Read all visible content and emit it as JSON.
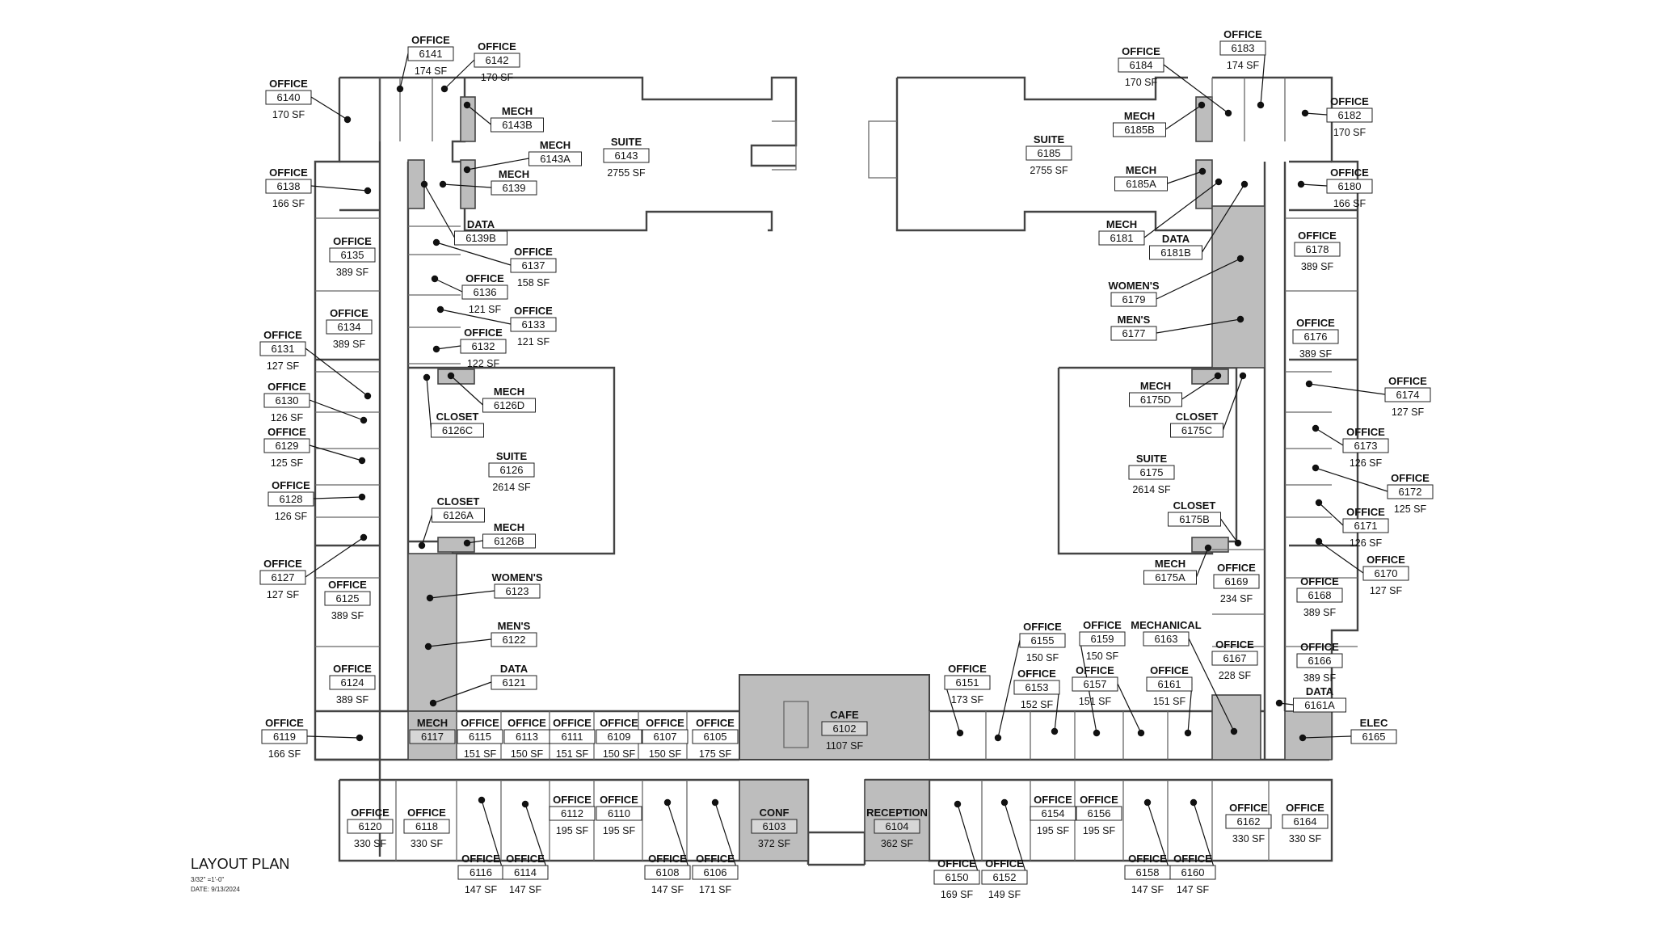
{
  "plan": {
    "title": "LAYOUT PLAN",
    "scale": "3/32\" =1'-0\"",
    "date": "DATE: 9/13/2024"
  },
  "rooms": [
    {
      "id": "6140",
      "name": "OFFICE",
      "area": "170 SF"
    },
    {
      "id": "6141",
      "name": "OFFICE",
      "area": "174 SF"
    },
    {
      "id": "6142",
      "name": "OFFICE",
      "area": "170 SF"
    },
    {
      "id": "6143B",
      "name": "MECH",
      "area": ""
    },
    {
      "id": "6143A",
      "name": "MECH",
      "area": ""
    },
    {
      "id": "6143",
      "name": "SUITE",
      "area": "2755 SF"
    },
    {
      "id": "6139",
      "name": "MECH",
      "area": ""
    },
    {
      "id": "6138",
      "name": "OFFICE",
      "area": "166 SF"
    },
    {
      "id": "6139B",
      "name": "DATA",
      "area": ""
    },
    {
      "id": "6137",
      "name": "OFFICE",
      "area": "158 SF"
    },
    {
      "id": "6135",
      "name": "OFFICE",
      "area": "389 SF"
    },
    {
      "id": "6136",
      "name": "OFFICE",
      "area": "121 SF"
    },
    {
      "id": "6133",
      "name": "OFFICE",
      "area": "121 SF"
    },
    {
      "id": "6134",
      "name": "OFFICE",
      "area": "389 SF"
    },
    {
      "id": "6132",
      "name": "OFFICE",
      "area": "122 SF"
    },
    {
      "id": "6131",
      "name": "OFFICE",
      "area": "127 SF"
    },
    {
      "id": "6126D",
      "name": "MECH",
      "area": ""
    },
    {
      "id": "6126C",
      "name": "CLOSET",
      "area": ""
    },
    {
      "id": "6130",
      "name": "OFFICE",
      "area": "126 SF"
    },
    {
      "id": "6129",
      "name": "OFFICE",
      "area": "125 SF"
    },
    {
      "id": "6126",
      "name": "SUITE",
      "area": "2614 SF"
    },
    {
      "id": "6128",
      "name": "OFFICE",
      "area": "126 SF"
    },
    {
      "id": "6126A",
      "name": "CLOSET",
      "area": ""
    },
    {
      "id": "6126B",
      "name": "MECH",
      "area": ""
    },
    {
      "id": "6127",
      "name": "OFFICE",
      "area": "127 SF"
    },
    {
      "id": "6125",
      "name": "OFFICE",
      "area": "389 SF"
    },
    {
      "id": "6123",
      "name": "WOMEN'S",
      "area": ""
    },
    {
      "id": "6122",
      "name": "MEN'S",
      "area": ""
    },
    {
      "id": "6124",
      "name": "OFFICE",
      "area": "389 SF"
    },
    {
      "id": "6121",
      "name": "DATA",
      "area": ""
    },
    {
      "id": "6119",
      "name": "OFFICE",
      "area": "166 SF"
    },
    {
      "id": "6117",
      "name": "MECH",
      "area": ""
    },
    {
      "id": "6115",
      "name": "OFFICE",
      "area": "151 SF"
    },
    {
      "id": "6113",
      "name": "OFFICE",
      "area": "150 SF"
    },
    {
      "id": "6111",
      "name": "OFFICE",
      "area": "151 SF"
    },
    {
      "id": "6109",
      "name": "OFFICE",
      "area": "150 SF"
    },
    {
      "id": "6107",
      "name": "OFFICE",
      "area": "150 SF"
    },
    {
      "id": "6105",
      "name": "OFFICE",
      "area": "175 SF"
    },
    {
      "id": "6102",
      "name": "CAFE",
      "area": "1107 SF"
    },
    {
      "id": "6120",
      "name": "OFFICE",
      "area": "330 SF"
    },
    {
      "id": "6118",
      "name": "OFFICE",
      "area": "330 SF"
    },
    {
      "id": "6112",
      "name": "OFFICE",
      "area": "195 SF"
    },
    {
      "id": "6110",
      "name": "OFFICE",
      "area": "195 SF"
    },
    {
      "id": "6103",
      "name": "CONF",
      "area": "372 SF"
    },
    {
      "id": "6104",
      "name": "RECEPTION",
      "area": "362 SF"
    },
    {
      "id": "6116",
      "name": "OFFICE",
      "area": "147 SF"
    },
    {
      "id": "6114",
      "name": "OFFICE",
      "area": "147 SF"
    },
    {
      "id": "6108",
      "name": "OFFICE",
      "area": "147 SF"
    },
    {
      "id": "6106",
      "name": "OFFICE",
      "area": "171 SF"
    },
    {
      "id": "6150",
      "name": "OFFICE",
      "area": "169 SF"
    },
    {
      "id": "6152",
      "name": "OFFICE",
      "area": "149 SF"
    },
    {
      "id": "6154",
      "name": "OFFICE",
      "area": "195 SF"
    },
    {
      "id": "6156",
      "name": "OFFICE",
      "area": "195 SF"
    },
    {
      "id": "6162",
      "name": "OFFICE",
      "area": "330 SF"
    },
    {
      "id": "6164",
      "name": "OFFICE",
      "area": "330 SF"
    },
    {
      "id": "6158",
      "name": "OFFICE",
      "area": "147 SF"
    },
    {
      "id": "6160",
      "name": "OFFICE",
      "area": "147 SF"
    },
    {
      "id": "6151",
      "name": "OFFICE",
      "area": "173 SF"
    },
    {
      "id": "6155",
      "name": "OFFICE",
      "area": "150 SF"
    },
    {
      "id": "6153",
      "name": "OFFICE",
      "area": "152 SF"
    },
    {
      "id": "6159",
      "name": "OFFICE",
      "area": "150 SF"
    },
    {
      "id": "6157",
      "name": "OFFICE",
      "area": "151 SF"
    },
    {
      "id": "6163",
      "name": "MECHANICAL",
      "area": ""
    },
    {
      "id": "6161",
      "name": "OFFICE",
      "area": "151 SF"
    },
    {
      "id": "6169",
      "name": "OFFICE",
      "area": "234 SF"
    },
    {
      "id": "6167",
      "name": "OFFICE",
      "area": "228 SF"
    },
    {
      "id": "6168",
      "name": "OFFICE",
      "area": "389 SF"
    },
    {
      "id": "6166",
      "name": "OFFICE",
      "area": "389 SF"
    },
    {
      "id": "6161A",
      "name": "DATA",
      "area": ""
    },
    {
      "id": "6165",
      "name": "ELEC",
      "area": ""
    },
    {
      "id": "6175A",
      "name": "MECH",
      "area": ""
    },
    {
      "id": "6175B",
      "name": "CLOSET",
      "area": ""
    },
    {
      "id": "6175",
      "name": "SUITE",
      "area": "2614 SF"
    },
    {
      "id": "6175C",
      "name": "CLOSET",
      "area": ""
    },
    {
      "id": "6175D",
      "name": "MECH",
      "area": ""
    },
    {
      "id": "6170",
      "name": "OFFICE",
      "area": "127 SF"
    },
    {
      "id": "6171",
      "name": "OFFICE",
      "area": "126 SF"
    },
    {
      "id": "6172",
      "name": "OFFICE",
      "area": "125 SF"
    },
    {
      "id": "6173",
      "name": "OFFICE",
      "area": "126 SF"
    },
    {
      "id": "6174",
      "name": "OFFICE",
      "area": "127 SF"
    },
    {
      "id": "6176",
      "name": "OFFICE",
      "area": "389 SF"
    },
    {
      "id": "6177",
      "name": "MEN'S",
      "area": ""
    },
    {
      "id": "6179",
      "name": "WOMEN'S",
      "area": ""
    },
    {
      "id": "6178",
      "name": "OFFICE",
      "area": "389 SF"
    },
    {
      "id": "6181",
      "name": "MECH",
      "area": ""
    },
    {
      "id": "6181B",
      "name": "DATA",
      "area": ""
    },
    {
      "id": "6180",
      "name": "OFFICE",
      "area": "166 SF"
    },
    {
      "id": "6185A",
      "name": "MECH",
      "area": ""
    },
    {
      "id": "6185",
      "name": "SUITE",
      "area": "2755 SF"
    },
    {
      "id": "6185B",
      "name": "MECH",
      "area": ""
    },
    {
      "id": "6184",
      "name": "OFFICE",
      "area": "170 SF"
    },
    {
      "id": "6183",
      "name": "OFFICE",
      "area": "174 SF"
    },
    {
      "id": "6182",
      "name": "OFFICE",
      "area": "170 SF"
    }
  ]
}
